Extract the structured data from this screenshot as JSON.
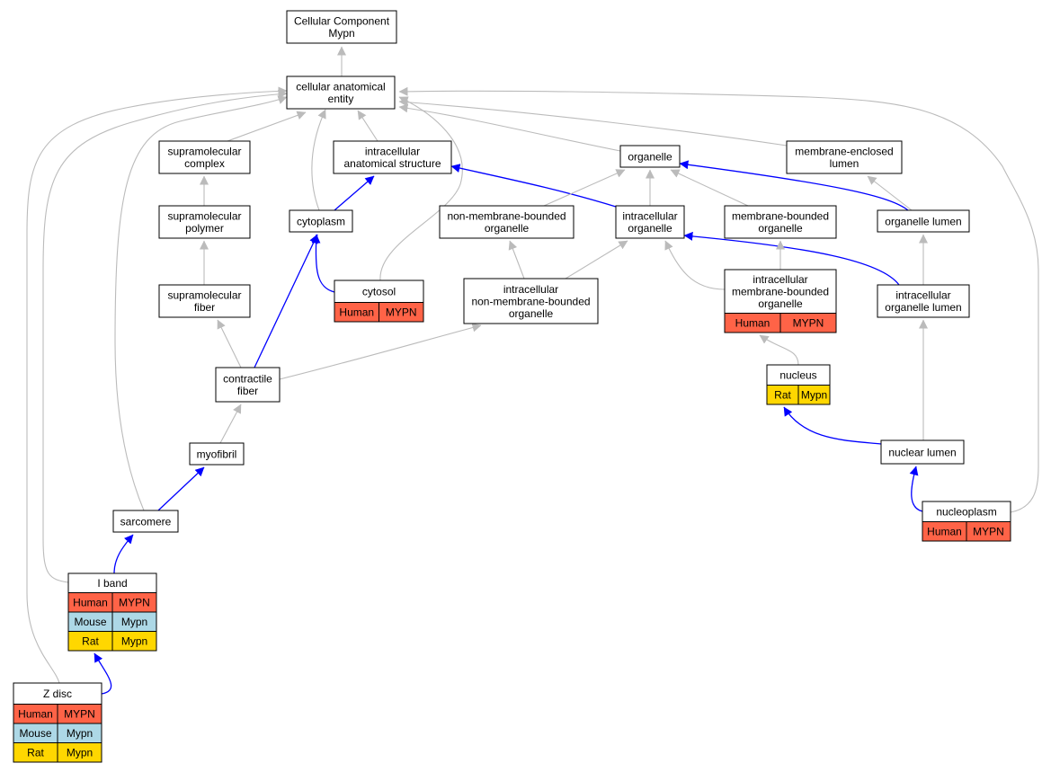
{
  "colors": {
    "human": "#ff6347",
    "mouse": "#add8e6",
    "rat": "#ffd700",
    "gray_edge": "#bbbbbb",
    "blue_edge": "#0000ff"
  },
  "nodes": [
    {
      "id": "cellular-component",
      "lines": [
        "Cellular Component",
        "Mypn"
      ]
    },
    {
      "id": "cellular-anatomical-entity",
      "lines": [
        "cellular anatomical",
        "entity"
      ]
    },
    {
      "id": "supramolecular-complex",
      "lines": [
        "supramolecular",
        "complex"
      ]
    },
    {
      "id": "intracellular-anatomical-structure",
      "lines": [
        "intracellular",
        "anatomical structure"
      ]
    },
    {
      "id": "organelle",
      "lines": [
        "organelle"
      ]
    },
    {
      "id": "membrane-enclosed-lumen",
      "lines": [
        "membrane-enclosed",
        "lumen"
      ]
    },
    {
      "id": "supramolecular-polymer",
      "lines": [
        "supramolecular",
        "polymer"
      ]
    },
    {
      "id": "cytoplasm",
      "lines": [
        "cytoplasm"
      ]
    },
    {
      "id": "non-membrane-bounded-organelle",
      "lines": [
        "non-membrane-bounded",
        "organelle"
      ]
    },
    {
      "id": "intracellular-organelle",
      "lines": [
        "intracellular",
        "organelle"
      ]
    },
    {
      "id": "membrane-bounded-organelle",
      "lines": [
        "membrane-bounded",
        "organelle"
      ]
    },
    {
      "id": "organelle-lumen",
      "lines": [
        "organelle lumen"
      ]
    },
    {
      "id": "supramolecular-fiber",
      "lines": [
        "supramolecular",
        "fiber"
      ]
    },
    {
      "id": "cytosol",
      "lines": [
        "cytosol"
      ],
      "rows": [
        [
          "human",
          "Human",
          "MYPN"
        ]
      ]
    },
    {
      "id": "intracellular-non-membrane-bounded-organelle",
      "lines": [
        "intracellular",
        "non-membrane-bounded",
        "organelle"
      ]
    },
    {
      "id": "intracellular-membrane-bounded-organelle",
      "lines": [
        "intracellular",
        "membrane-bounded",
        "organelle"
      ],
      "rows": [
        [
          "human",
          "Human",
          "MYPN"
        ]
      ]
    },
    {
      "id": "intracellular-organelle-lumen",
      "lines": [
        "intracellular",
        "organelle lumen"
      ]
    },
    {
      "id": "nucleus",
      "lines": [
        "nucleus"
      ],
      "rows": [
        [
          "rat",
          "Rat",
          "Mypn"
        ]
      ]
    },
    {
      "id": "contractile-fiber",
      "lines": [
        "contractile",
        "fiber"
      ]
    },
    {
      "id": "myofibril",
      "lines": [
        "myofibril"
      ]
    },
    {
      "id": "nuclear-lumen",
      "lines": [
        "nuclear lumen"
      ]
    },
    {
      "id": "sarcomere",
      "lines": [
        "sarcomere"
      ]
    },
    {
      "id": "nucleoplasm",
      "lines": [
        "nucleoplasm"
      ],
      "rows": [
        [
          "human",
          "Human",
          "MYPN"
        ]
      ]
    },
    {
      "id": "i-band",
      "lines": [
        "I band"
      ],
      "rows": [
        [
          "human",
          "Human",
          "MYPN"
        ],
        [
          "mouse",
          "Mouse",
          "Mypn"
        ],
        [
          "rat",
          "Rat",
          "Mypn"
        ]
      ]
    },
    {
      "id": "z-disc",
      "lines": [
        "Z disc"
      ],
      "rows": [
        [
          "human",
          "Human",
          "MYPN"
        ],
        [
          "mouse",
          "Mouse",
          "Mypn"
        ],
        [
          "rat",
          "Rat",
          "Mypn"
        ]
      ]
    }
  ],
  "edges": [
    {
      "from": "cellular-anatomical-entity",
      "to": "cellular-component",
      "kind": "gray"
    },
    {
      "from": "supramolecular-complex",
      "to": "cellular-anatomical-entity",
      "kind": "gray"
    },
    {
      "from": "intracellular-anatomical-structure",
      "to": "cellular-anatomical-entity",
      "kind": "gray"
    },
    {
      "from": "organelle",
      "to": "cellular-anatomical-entity",
      "kind": "gray"
    },
    {
      "from": "membrane-enclosed-lumen",
      "to": "cellular-anatomical-entity",
      "kind": "gray"
    },
    {
      "from": "cytoplasm",
      "to": "cellular-anatomical-entity",
      "kind": "gray"
    },
    {
      "from": "cytosol",
      "to": "cellular-anatomical-entity",
      "kind": "gray"
    },
    {
      "from": "sarcomere",
      "to": "cellular-anatomical-entity",
      "kind": "gray"
    },
    {
      "from": "i-band",
      "to": "cellular-anatomical-entity",
      "kind": "gray"
    },
    {
      "from": "z-disc",
      "to": "cellular-anatomical-entity",
      "kind": "gray"
    },
    {
      "from": "nucleoplasm",
      "to": "cellular-anatomical-entity",
      "kind": "gray"
    },
    {
      "from": "supramolecular-polymer",
      "to": "supramolecular-complex",
      "kind": "gray"
    },
    {
      "from": "supramolecular-fiber",
      "to": "supramolecular-polymer",
      "kind": "gray"
    },
    {
      "from": "contractile-fiber",
      "to": "supramolecular-fiber",
      "kind": "gray"
    },
    {
      "from": "cytoplasm",
      "to": "intracellular-anatomical-structure",
      "kind": "blue"
    },
    {
      "from": "intracellular-organelle",
      "to": "intracellular-anatomical-structure",
      "kind": "blue"
    },
    {
      "from": "non-membrane-bounded-organelle",
      "to": "organelle",
      "kind": "gray"
    },
    {
      "from": "intracellular-organelle",
      "to": "organelle",
      "kind": "gray"
    },
    {
      "from": "membrane-bounded-organelle",
      "to": "organelle",
      "kind": "gray"
    },
    {
      "from": "organelle-lumen",
      "to": "organelle",
      "kind": "blue"
    },
    {
      "from": "organelle-lumen",
      "to": "membrane-enclosed-lumen",
      "kind": "gray"
    },
    {
      "from": "cytosol",
      "to": "cytoplasm",
      "kind": "blue"
    },
    {
      "from": "contractile-fiber",
      "to": "cytoplasm",
      "kind": "blue"
    },
    {
      "from": "intracellular-non-membrane-bounded-organelle",
      "to": "non-membrane-bounded-organelle",
      "kind": "gray"
    },
    {
      "from": "intracellular-non-membrane-bounded-organelle",
      "to": "intracellular-organelle",
      "kind": "gray"
    },
    {
      "from": "intracellular-membrane-bounded-organelle",
      "to": "intracellular-organelle",
      "kind": "gray"
    },
    {
      "from": "intracellular-organelle-lumen",
      "to": "intracellular-organelle",
      "kind": "blue"
    },
    {
      "from": "intracellular-membrane-bounded-organelle",
      "to": "membrane-bounded-organelle",
      "kind": "gray"
    },
    {
      "from": "intracellular-organelle-lumen",
      "to": "organelle-lumen",
      "kind": "gray"
    },
    {
      "from": "contractile-fiber",
      "to": "intracellular-non-membrane-bounded-organelle",
      "kind": "gray"
    },
    {
      "from": "nucleus",
      "to": "intracellular-membrane-bounded-organelle",
      "kind": "gray"
    },
    {
      "from": "nuclear-lumen",
      "to": "intracellular-organelle-lumen",
      "kind": "gray"
    },
    {
      "from": "nuclear-lumen",
      "to": "nucleus",
      "kind": "blue"
    },
    {
      "from": "myofibril",
      "to": "contractile-fiber",
      "kind": "gray"
    },
    {
      "from": "sarcomere",
      "to": "myofibril",
      "kind": "blue"
    },
    {
      "from": "nucleoplasm",
      "to": "nuclear-lumen",
      "kind": "blue"
    },
    {
      "from": "i-band",
      "to": "sarcomere",
      "kind": "blue"
    },
    {
      "from": "z-disc",
      "to": "i-band",
      "kind": "blue"
    }
  ]
}
